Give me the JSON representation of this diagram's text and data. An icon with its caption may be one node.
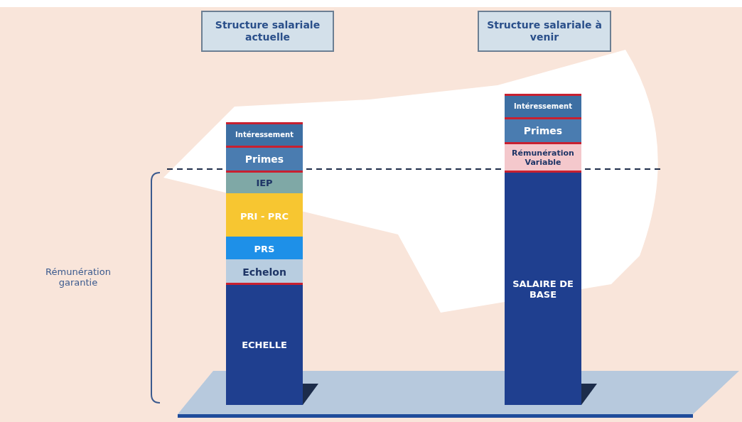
{
  "diagram": {
    "nodes": [
      {
        "text": [
          "Structure salariale actuelle"
        ]
      },
      {
        "text": [
          "Structure salariale à venir"
        ]
      },
      {
        "text": [
          "Intéressement"
        ]
      },
      {
        "text": [
          "Primes"
        ]
      },
      {
        "text": [
          "IEP"
        ]
      },
      {
        "text": [
          "PRI - PRC"
        ]
      },
      {
        "text": [
          "PRS"
        ]
      },
      {
        "text": [
          "Echelon"
        ]
      },
      {
        "text": [
          "ECHELLE"
        ]
      },
      {
        "text": [
          "Intéressement"
        ]
      },
      {
        "text": [
          "Primes"
        ]
      },
      {
        "text": [
          "Rémunération Variable"
        ]
      },
      {
        "text": [
          "SALAIRE DE BASE"
        ]
      }
    ],
    "edges": [],
    "labels": [
      "Rémunération garantie"
    ]
  }
}
